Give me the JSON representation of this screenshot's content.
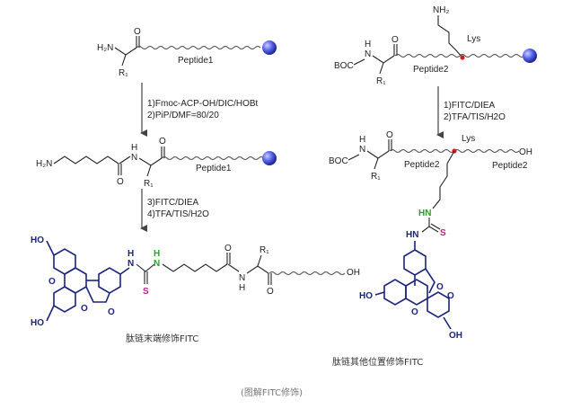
{
  "left_top": {
    "nh2": "H₂N",
    "o": "O",
    "r1": "R₁",
    "peptide": "Peptide1"
  },
  "left_step1": {
    "line1": "1)Fmoc-ACP-OH/DIC/HOBt",
    "line2": "2)PiP/DMF=80/20"
  },
  "left_mid": {
    "h2n": "H₂N",
    "n": "N",
    "h": "H",
    "o": "O",
    "r1": "R₁",
    "peptide": "Peptide1"
  },
  "left_step2": {
    "line1": "3)FITC/DIEA",
    "line2": "4)TFA/TIS/H2O"
  },
  "left_bottom": {
    "ho_top": "HO",
    "ho_bot": "HO",
    "o_ring": "O",
    "o_lac": "O",
    "o_carb": "O",
    "n_blue": "N",
    "h_blue": "H",
    "n_green": "N",
    "h_green": "H",
    "s": "S",
    "n_amide": "N",
    "h_amide": "H",
    "o_amide": "O",
    "r1": "R₁",
    "o_end": "O",
    "oh": "OH",
    "caption": "肽链末端修饰FITC"
  },
  "right_top": {
    "nh2": "NH₂",
    "lys": "Lys",
    "h": "H",
    "n": "N",
    "boc": "BOC",
    "o": "O",
    "r1": "R₁",
    "peptide": "Peptide2"
  },
  "right_step": {
    "line1": "1)FITC/DIEA",
    "line2": "2)TFA/TIS/H2O"
  },
  "right_mid": {
    "h": "H",
    "n": "N",
    "boc": "BOC",
    "o": "O",
    "lys": "Lys",
    "r1": "R₁",
    "peptide_a": "Peptide2",
    "peptide_b": "Peptide2",
    "oh": "OH",
    "hn_green": "HN",
    "hn_blue": "HN",
    "s": "S",
    "o_ring": "O",
    "o_lac": "O",
    "o_carb": "O",
    "ho": "HO",
    "oh_bot": "OH",
    "caption": "肽链其他位置修饰FITC"
  },
  "footer": "(图解FITC修饰)",
  "colors": {
    "bead": "#3a46d8",
    "lys_dot": "#d11f1f",
    "fluorescein": "#1a237e",
    "thio_n": "#2e9d2e",
    "sulfur": "#c2187f"
  }
}
